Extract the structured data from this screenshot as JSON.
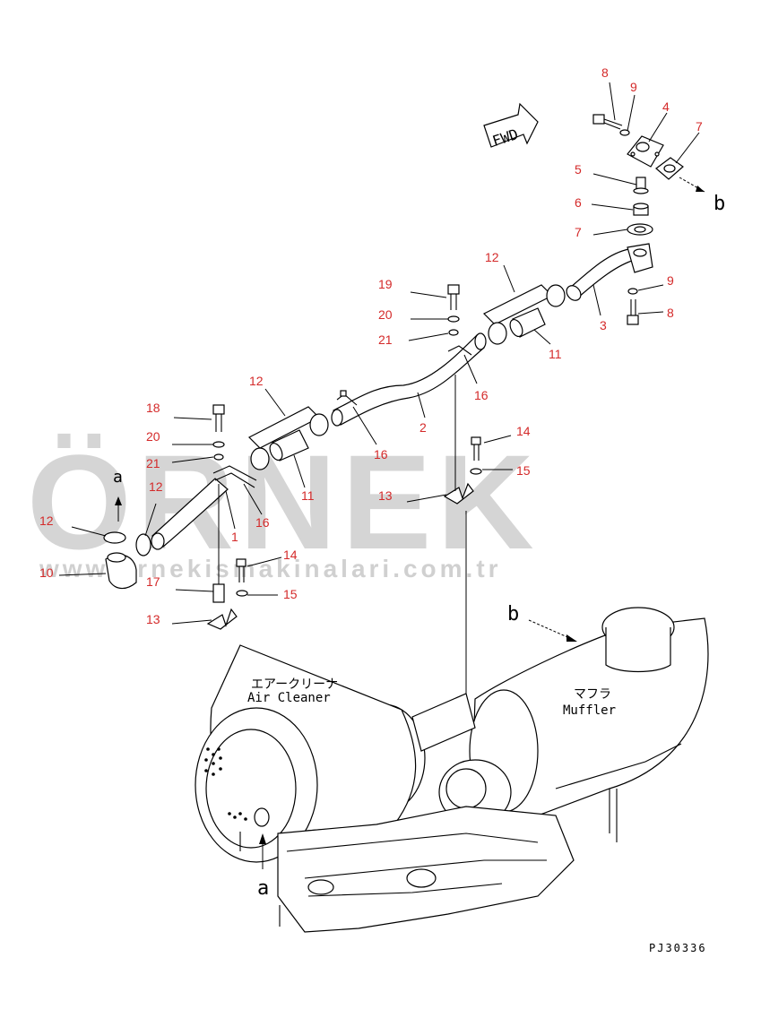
{
  "drawing_code": "PJ30336",
  "fwd_label": "FWD",
  "engine_labels": {
    "air_cleaner_jp": "エアークリーナ",
    "air_cleaner_en": "Air Cleaner",
    "muffler_jp": "マフラ",
    "muffler_en": "Muffler"
  },
  "view_markers": {
    "a_top": "a",
    "a_bottom": "a",
    "b_top": "b",
    "b_bottom": "b"
  },
  "callouts": {
    "c8_top": "8",
    "c9_top": "9",
    "c4": "4",
    "c7_top": "7",
    "c5": "5",
    "c6": "6",
    "c7_mid": "7",
    "c12_right": "12",
    "c9_mid": "9",
    "c3": "3",
    "c8_mid": "8",
    "c11_right": "11",
    "c19": "19",
    "c20_top": "20",
    "c21_top": "21",
    "c16_mid": "16",
    "c2": "2",
    "c12_mid": "12",
    "c18": "18",
    "c20_left": "20",
    "c21_left": "21",
    "c16_left": "16",
    "c11_mid": "11",
    "c14_right": "14",
    "c15_right": "15",
    "c13_right": "13",
    "c12_a": "12",
    "c12_b": "12",
    "c1": "1",
    "c16_low": "16",
    "c10": "10",
    "c14_left": "14",
    "c17": "17",
    "c15_left": "15",
    "c13_left": "13"
  },
  "watermark": {
    "letters": "ÖRNEK",
    "url": "www.ornekismakinalari.com.tr"
  },
  "colors": {
    "callout_red": "#d42a2a",
    "line": "#000000",
    "watermark_gray": "#c8c8c8",
    "watermark_yellow": "#f3d98a"
  }
}
